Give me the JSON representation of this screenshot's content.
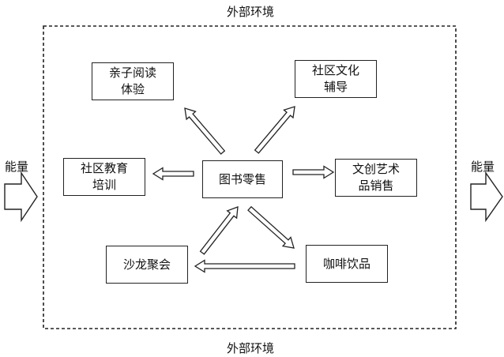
{
  "environment": {
    "top_label": "外部环境",
    "bottom_label": "外部环境"
  },
  "energy": {
    "left_label": "能量",
    "right_label": "能量"
  },
  "nodes": {
    "center": {
      "lines": [
        "图书零售"
      ]
    },
    "parent": {
      "lines": [
        "亲子阅读",
        "体验"
      ]
    },
    "culture": {
      "lines": [
        "社区文化",
        "辅导"
      ]
    },
    "edu": {
      "lines": [
        "社区教育",
        "培训"
      ]
    },
    "art": {
      "lines": [
        "文创艺术",
        "品销售"
      ]
    },
    "salon": {
      "lines": [
        "沙龙聚会"
      ]
    },
    "coffee": {
      "lines": [
        "咖啡饮品"
      ]
    }
  }
}
